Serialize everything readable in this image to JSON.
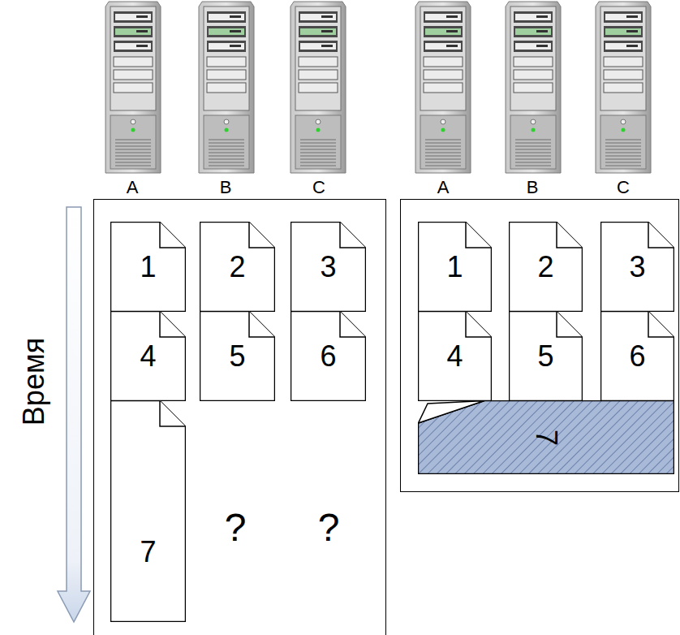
{
  "diagram": {
    "nodes": [
      {
        "text": [
          "A",
          "B",
          "C"
        ]
      },
      {
        "text": [
          "1"
        ],
        "in": 0
      },
      {
        "text": [
          "2"
        ],
        "in": 0
      },
      {
        "text": [
          "3"
        ],
        "in": 0
      },
      {
        "text": [
          "4"
        ],
        "in": 0
      },
      {
        "text": [
          "5"
        ],
        "in": 0
      },
      {
        "text": [
          "6"
        ],
        "in": 0
      },
      {
        "text": [
          "7"
        ],
        "in": 0
      },
      {
        "text": [
          "A",
          "B",
          "C"
        ]
      },
      {
        "text": [
          "1"
        ],
        "in": 8
      },
      {
        "text": [
          "2"
        ],
        "in": 8
      },
      {
        "text": [
          "3"
        ],
        "in": 8
      },
      {
        "text": [
          "4"
        ],
        "in": 8
      },
      {
        "text": [
          "5"
        ],
        "in": 8
      },
      {
        "text": [
          "6"
        ],
        "in": 8
      },
      {
        "text": [
          "7"
        ],
        "in": 8
      }
    ],
    "labels": [
      "?",
      "?",
      "Время"
    ]
  }
}
